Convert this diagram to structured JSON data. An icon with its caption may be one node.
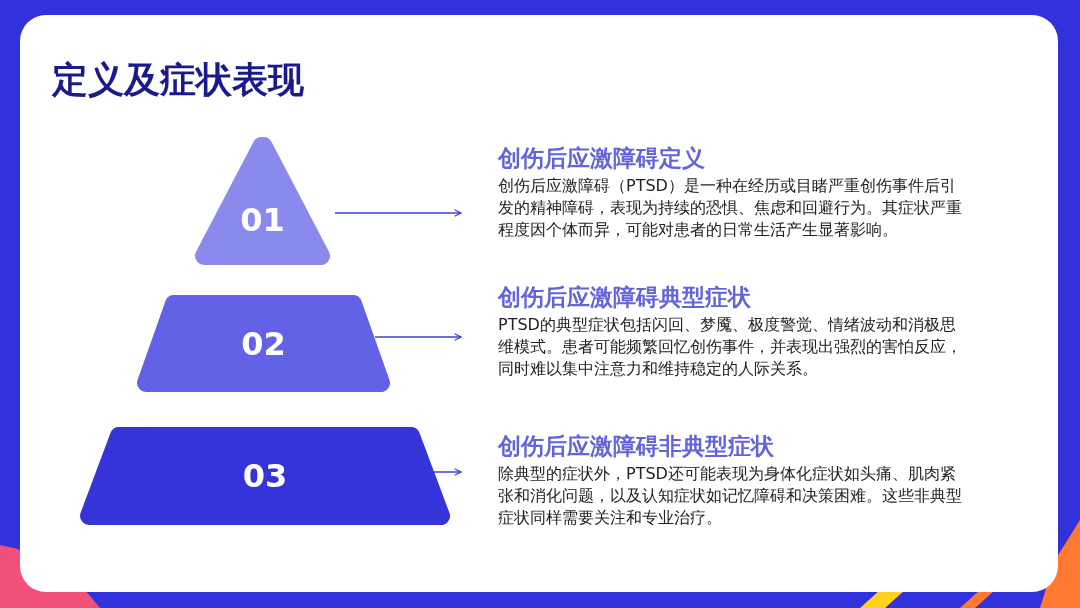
{
  "diagram": {
    "title": "定义及症状表现",
    "nodes": [
      {
        "text": [
          "01"
        ]
      },
      {
        "text": [
          "02"
        ]
      },
      {
        "text": [
          "03"
        ]
      },
      {
        "text": [
          "创伤后应激障碍定义",
          "创伤后应激障碍（PTSD）是一种在经历或目睹严重创伤事件后引发的精神障碍，表现为持续的恐惧、焦虑和回避行为。其症状严重程度因个体而异，可能对患者的日常生活产生显著影响。"
        ]
      },
      {
        "text": [
          "创伤后应激障碍典型症状",
          "PTSD的典型症状包括闪回、梦魇、极度警觉、情绪波动和消极思维模式。患者可能频繁回忆创伤事件，并表现出强烈的害怕反应，同时难以集中注意力和维持稳定的人际关系。"
        ]
      },
      {
        "text": [
          "创伤后应激障碍非典型症状",
          "除典型的症状外，PTSD还可能表现为身体化症状如头痛、肌肉紧张和消化问题，以及认知症状如记忆障碍和决策困难。这些非典型症状同样需要关注和专业治疗。"
        ]
      }
    ],
    "edges": [
      {
        "from": 0,
        "to": 3,
        "arrow": "to"
      },
      {
        "from": 1,
        "to": 4,
        "arrow": "to"
      },
      {
        "from": 2,
        "to": 5,
        "arrow": "to"
      }
    ]
  }
}
